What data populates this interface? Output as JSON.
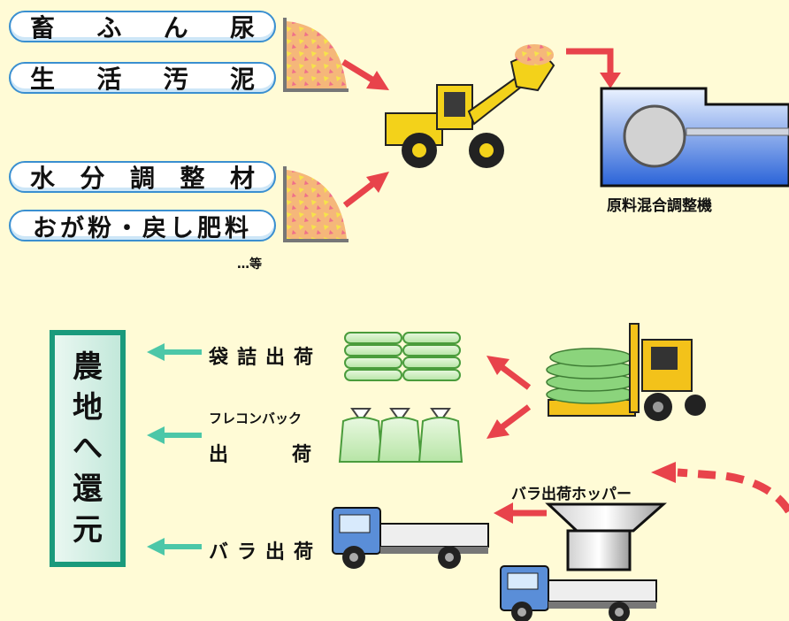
{
  "inputs": {
    "livestock_manure": [
      "畜",
      "ふ",
      "ん",
      "尿"
    ],
    "sewage_sludge": [
      "生",
      "活",
      "汚",
      "泥"
    ],
    "moisture_adjuster": [
      "水",
      "分",
      "調",
      "整",
      "材"
    ],
    "sawdust_return": "おが粉・戻し肥料",
    "etc": "…等"
  },
  "mixer_label": "原料混合調整機",
  "destination": [
    "農",
    "地",
    "へ",
    "還",
    "元"
  ],
  "shipping": {
    "bagged": "袋詰出荷",
    "flexible_bag_top": "フレコンバック",
    "flexible_bag_bottom": "出荷",
    "bulk": "バラ出荷"
  },
  "hopper_label": "バラ出荷ホッパー",
  "colors": {
    "background": "#fffbd6",
    "arrow_red": "#e8434b",
    "arrow_green": "#4cc7a8",
    "pill_border": "#3a8fd0",
    "side_box": "#1a9a7c"
  }
}
